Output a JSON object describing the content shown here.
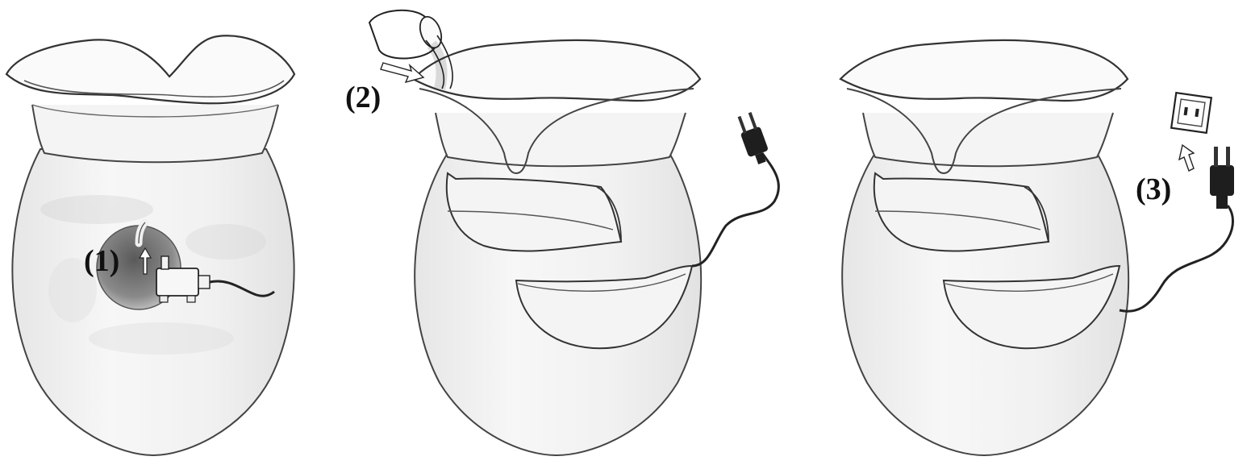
{
  "steps": [
    {
      "label": "(1)"
    },
    {
      "label": "(2)"
    },
    {
      "label": "(3)"
    }
  ],
  "icons": {
    "pump": "pump-icon",
    "water_container": "water-container-icon",
    "plug": "power-plug-icon",
    "outlet": "wall-outlet-icon"
  },
  "colors": {
    "background": "#ffffff",
    "stroke": "#3a3a3a",
    "vase_fill": "#f2f2f2",
    "pump_circle": "#7c7c7c",
    "plug_fill": "#1e1e1e"
  }
}
